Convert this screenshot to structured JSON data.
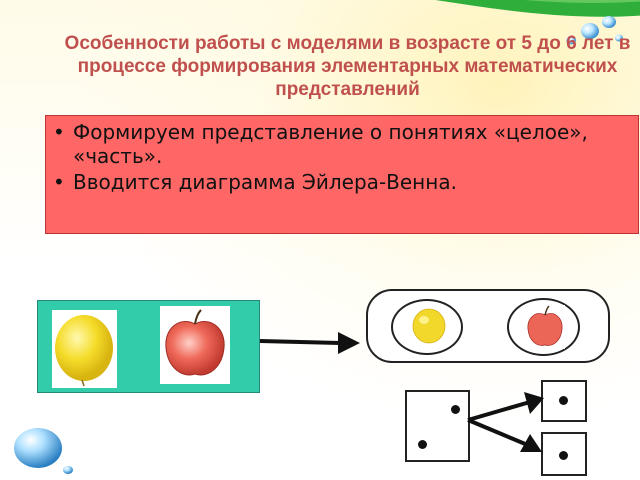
{
  "slide": {
    "title": "Особенности работы с моделями в возрасте от 5 до 6 лет в процессе формирования элементарных математических представлений",
    "bullets": [
      "Формируем представление о понятиях «целое», «часть».",
      "Вводится диаграмма Эйлера-Венна."
    ]
  },
  "colors": {
    "title": "#c0504d",
    "text_box_fill": "#ff6666",
    "fruit_panel_fill": "#33ccaa",
    "decor_green": "#2fae3c"
  },
  "icons": {
    "bullet": "•",
    "lemon": "lemon-icon",
    "apple": "apple-icon",
    "arrow": "right-arrow-icon"
  }
}
